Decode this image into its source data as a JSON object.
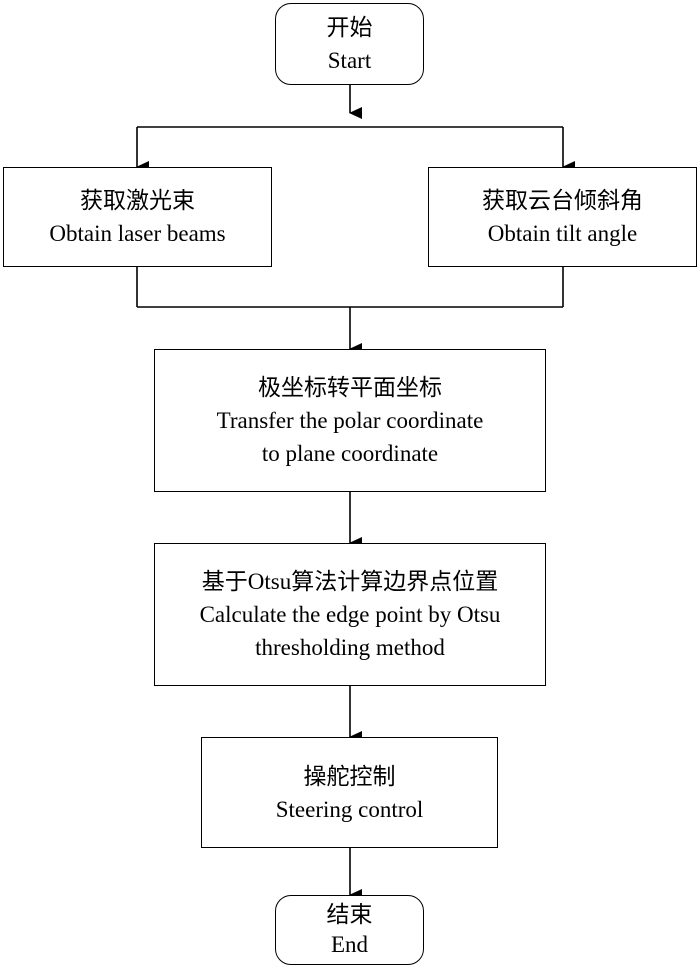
{
  "flowchart": {
    "start": {
      "zh": "开始",
      "en": "Start"
    },
    "obtain_laser": {
      "zh": "获取激光束",
      "en": "Obtain laser beams"
    },
    "obtain_tilt": {
      "zh": "获取云台倾斜角",
      "en": "Obtain tilt angle"
    },
    "transfer": {
      "zh": "极坐标转平面坐标",
      "en_line1": "Transfer the polar coordinate",
      "en_line2": "to plane coordinate"
    },
    "otsu": {
      "zh": "基于Otsu算法计算边界点位置",
      "en_line1": "Calculate the edge point by Otsu",
      "en_line2": "thresholding method"
    },
    "steering": {
      "zh": "操舵控制",
      "en": "Steering control"
    },
    "end": {
      "zh": "结束",
      "en": "End"
    }
  },
  "colors": {
    "line": "#000000",
    "background": "#ffffff"
  }
}
